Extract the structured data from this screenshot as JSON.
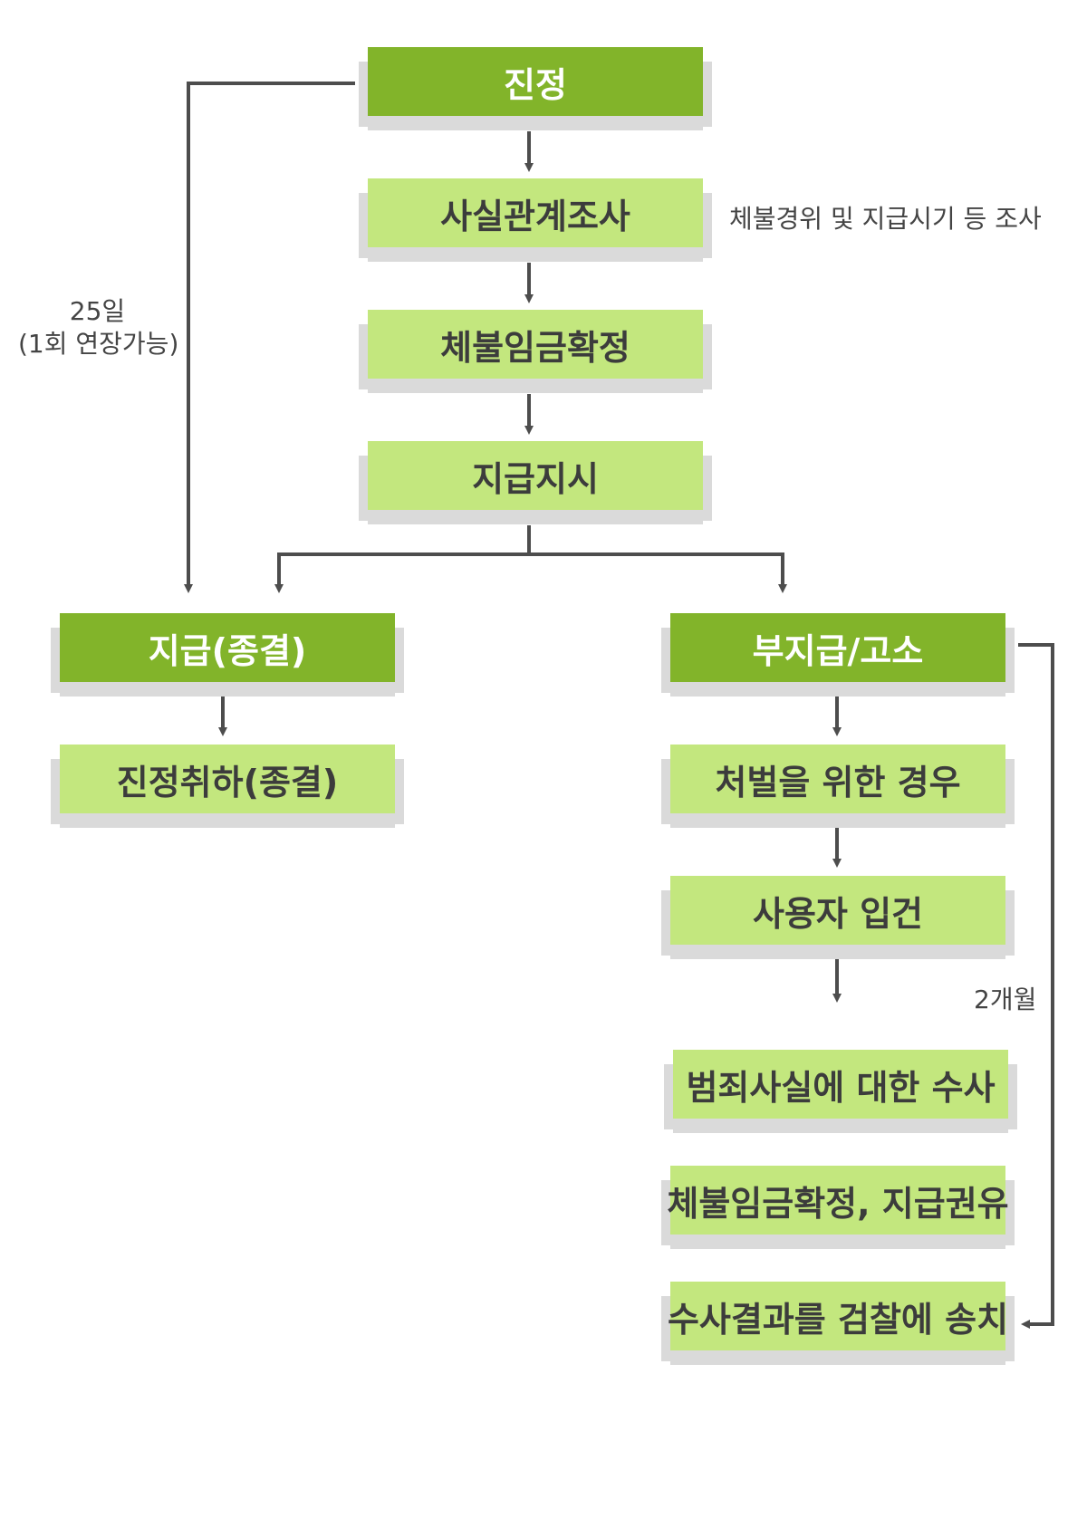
{
  "nodes": {
    "petition": "진정",
    "fact_check": "사실관계조사",
    "wage_confirm": "체불임금확정",
    "pay_order": "지급지시",
    "paid": "지급(종결)",
    "withdraw": "진정취하(종결)",
    "unpaid": "부지급/고소",
    "punish": "처벌을 위한 경우",
    "case_open": "사용자 입건",
    "investigation": "범죄사실에 대한 수사",
    "confirm_recommend": "체불임금확정, 지급권유",
    "send_prosecution": "수사결과를 검찰에 송치"
  },
  "notes": {
    "fact_check_detail": "체불경위 및 지급시기 등 조사",
    "deadline_line1": "25일",
    "deadline_line2": "(1회 연장가능)",
    "two_months": "2개월"
  },
  "colors": {
    "dark_green": "#82b42a",
    "light_green": "#c3e77e",
    "connector": "#4d4d4d",
    "shadow": "#dadada"
  }
}
